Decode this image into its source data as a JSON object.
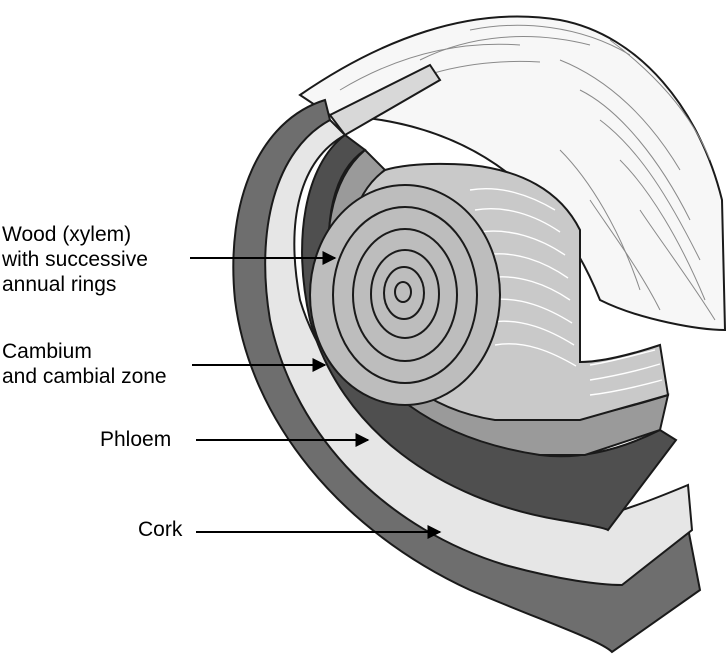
{
  "labels": {
    "wood": {
      "line1": "Wood (xylem)",
      "line2": "with successive",
      "line3": "annual rings"
    },
    "cambium": {
      "line1": "Cambium",
      "line2": "and cambial zone"
    },
    "phloem": {
      "line1": "Phloem"
    },
    "cork": {
      "line1": "Cork"
    }
  },
  "colors": {
    "cork": "#6e6e6e",
    "phloem": "#4f4f4f",
    "inner_bark": "#e6e6e6",
    "cambium": "#9a9a9a",
    "wood": "#bdbdbd",
    "wood_light": "#c9c9c9",
    "outline": "#1a1a1a"
  }
}
